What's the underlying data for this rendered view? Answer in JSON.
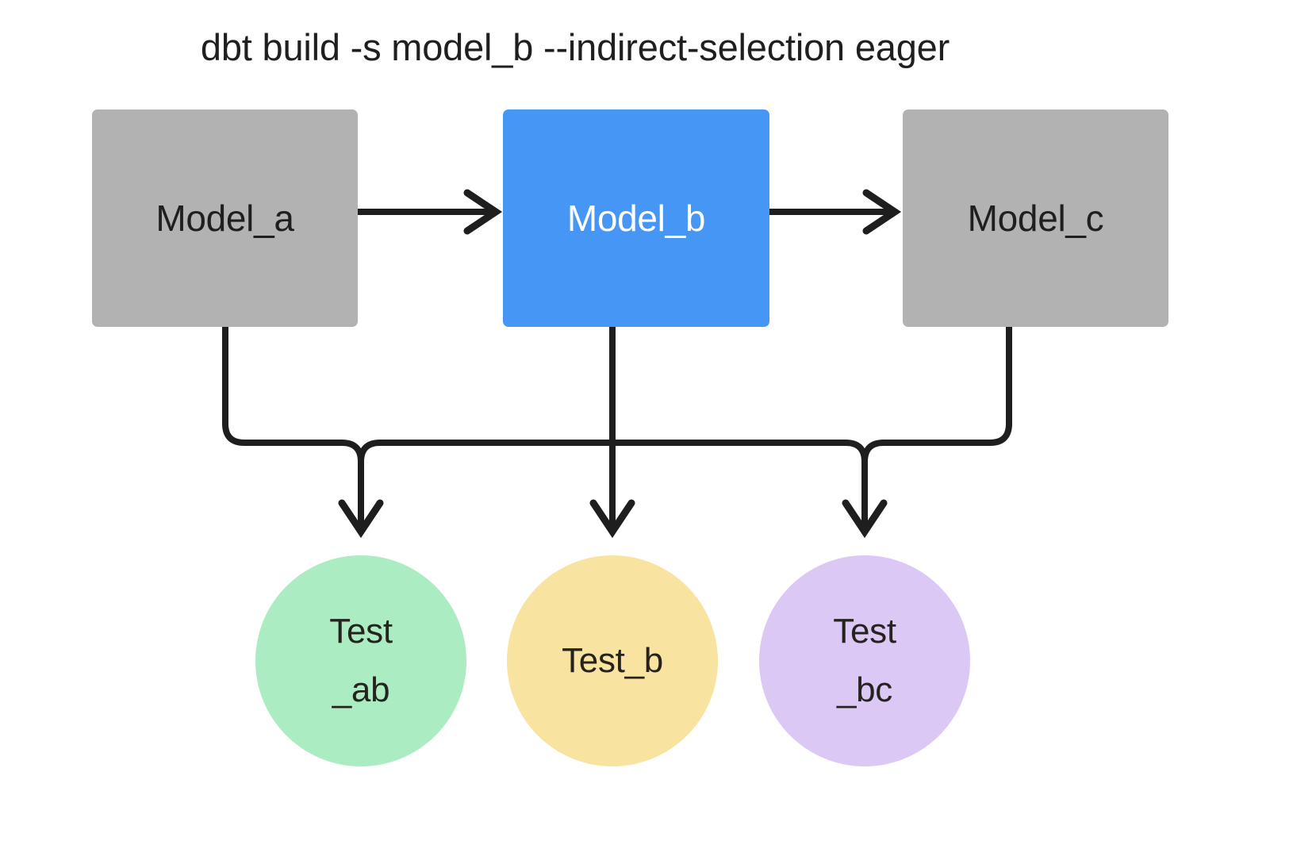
{
  "diagram": {
    "title": "dbt build -s model_b --indirect-selection eager",
    "background": "#ffffff",
    "edge_color": "#1e1e1e",
    "edge_width": 8
  },
  "models": [
    {
      "id": "model_a",
      "label": "Model_a",
      "fill": "#b2b2b2",
      "text_color": "#1f1f1f",
      "selected": false
    },
    {
      "id": "model_b",
      "label": "Model_b",
      "fill": "#4596f5",
      "text_color": "#ffffff",
      "selected": true
    },
    {
      "id": "model_c",
      "label": "Model_c",
      "fill": "#b2b2b2",
      "text_color": "#1f1f1f",
      "selected": false
    }
  ],
  "tests": [
    {
      "id": "test_ab",
      "label": "Test_ab",
      "line1": "Test",
      "line2": "_ab",
      "fill": "#abecc2",
      "text_color": "#26231f",
      "two_line": true
    },
    {
      "id": "test_b",
      "label": "Test_b",
      "line1": "Test_b",
      "line2": "",
      "fill": "#f9e3a0",
      "text_color": "#26231f",
      "two_line": false
    },
    {
      "id": "test_bc",
      "label": "Test_bc",
      "line1": "Test",
      "line2": "_bc",
      "fill": "#dcc8f5",
      "text_color": "#26231f",
      "two_line": true
    }
  ],
  "edges": [
    {
      "id": "model_a-to-model_b",
      "from": "model_a",
      "to": "model_b",
      "style": "straight-arrow"
    },
    {
      "id": "model_b-to-model_c",
      "from": "model_b",
      "to": "model_c",
      "style": "straight-arrow"
    },
    {
      "id": "model_a-to-test_ab",
      "from": "model_a",
      "to": "test_ab",
      "style": "elbow-arrow"
    },
    {
      "id": "model_b-to-test_ab",
      "from": "model_b",
      "to": "test_ab",
      "style": "elbow-arrow"
    },
    {
      "id": "model_b-to-test_b",
      "from": "model_b",
      "to": "test_b",
      "style": "straight-arrow"
    },
    {
      "id": "model_b-to-test_bc",
      "from": "model_b",
      "to": "test_bc",
      "style": "elbow-arrow"
    },
    {
      "id": "model_c-to-test_bc",
      "from": "model_c",
      "to": "test_bc",
      "style": "elbow-arrow"
    }
  ]
}
